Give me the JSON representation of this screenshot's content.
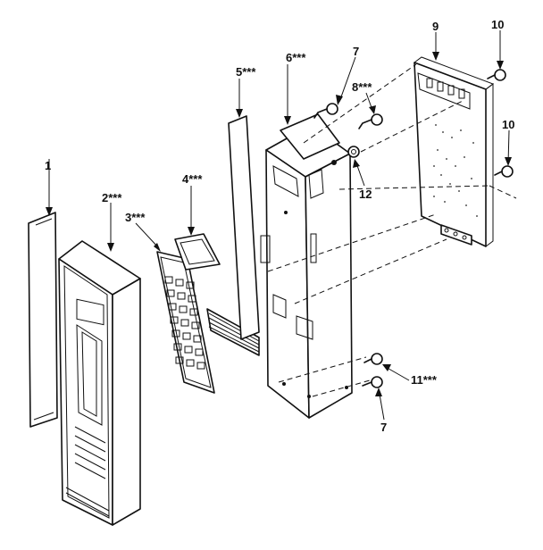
{
  "diagram": {
    "callouts": [
      {
        "id": "1",
        "text": "1"
      },
      {
        "id": "2",
        "text": "2***"
      },
      {
        "id": "3",
        "text": "3***"
      },
      {
        "id": "4",
        "text": "4***"
      },
      {
        "id": "5",
        "text": "5***"
      },
      {
        "id": "6",
        "text": "6***"
      },
      {
        "id": "7a",
        "text": "7"
      },
      {
        "id": "7b",
        "text": "7"
      },
      {
        "id": "8",
        "text": "8***"
      },
      {
        "id": "9",
        "text": "9"
      },
      {
        "id": "10a",
        "text": "10"
      },
      {
        "id": "10b",
        "text": "10"
      },
      {
        "id": "11",
        "text": "11***"
      },
      {
        "id": "12",
        "text": "12"
      }
    ]
  }
}
